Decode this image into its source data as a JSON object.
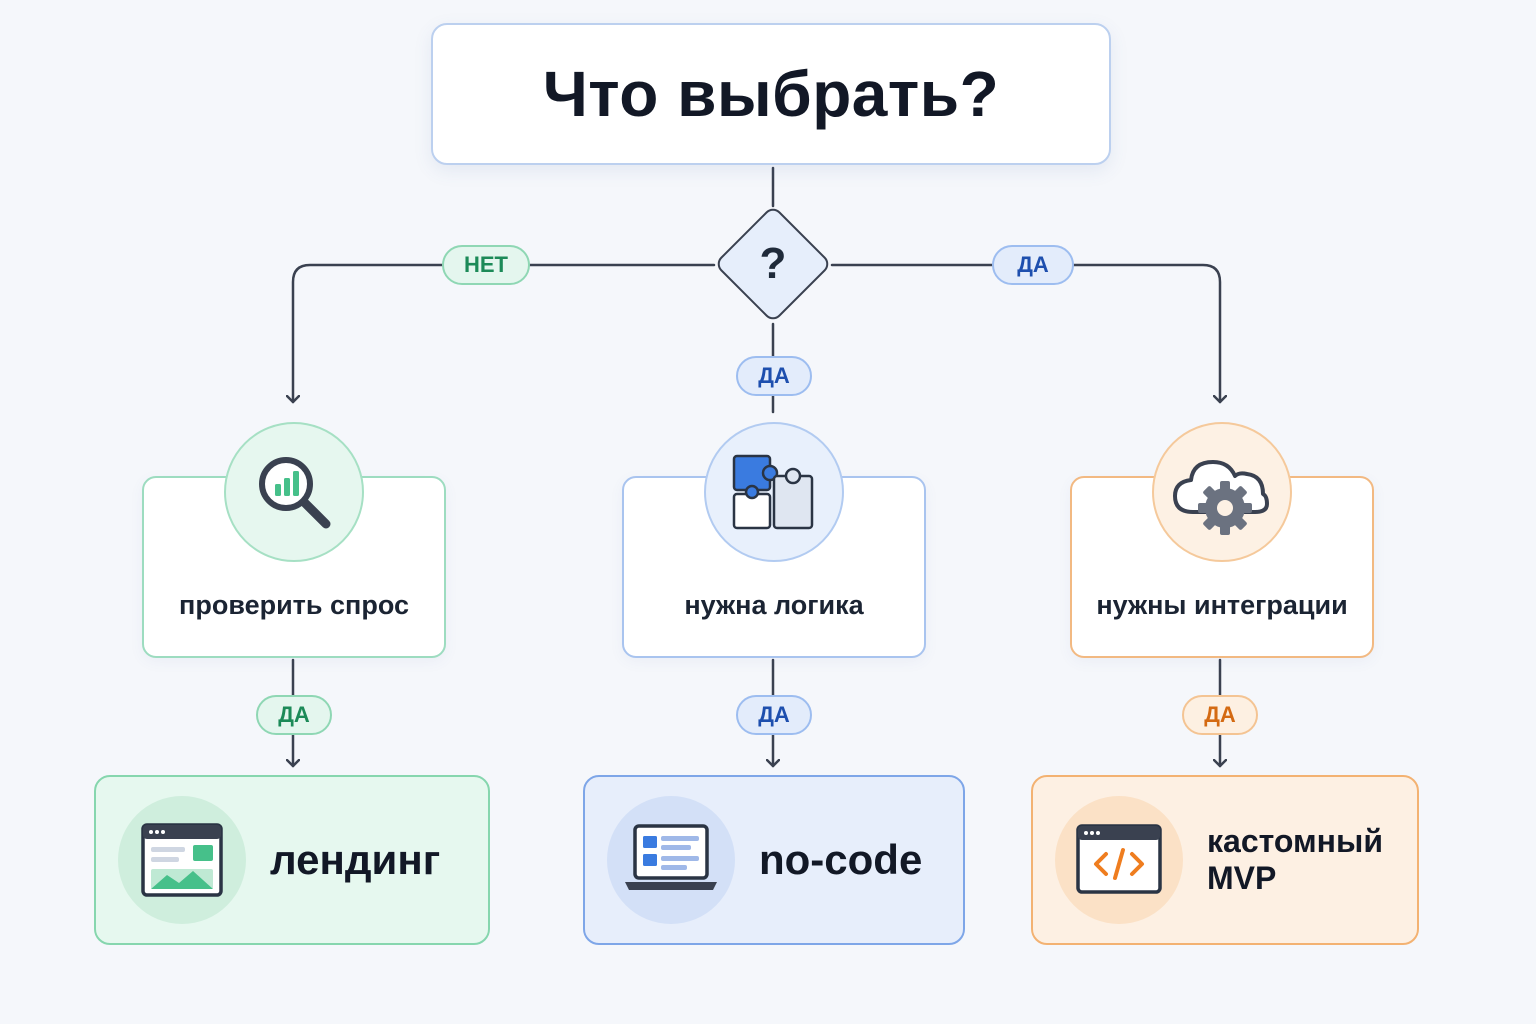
{
  "title": "Что выбрать?",
  "decision_symbol": "?",
  "branch_labels": {
    "left": "НЕТ",
    "center": "ДА",
    "right": "ДА"
  },
  "conditions": [
    {
      "label": "проверить спрос",
      "icon": "magnifier-chart-icon",
      "color": "#1c8a58"
    },
    {
      "label": "нужна логика",
      "icon": "puzzle-icon",
      "color": "#1e4fae"
    },
    {
      "label": "нужны интеграции",
      "icon": "cloud-gear-icon",
      "color": "#d46a12"
    }
  ],
  "yes_labels": [
    "ДА",
    "ДА",
    "ДА"
  ],
  "results": [
    {
      "lines": [
        "лендинг"
      ],
      "icon": "landing-page-icon"
    },
    {
      "lines": [
        "no-code"
      ],
      "icon": "laptop-icon"
    },
    {
      "lines": [
        "кастомный",
        "MVP"
      ],
      "icon": "code-window-icon"
    }
  ]
}
